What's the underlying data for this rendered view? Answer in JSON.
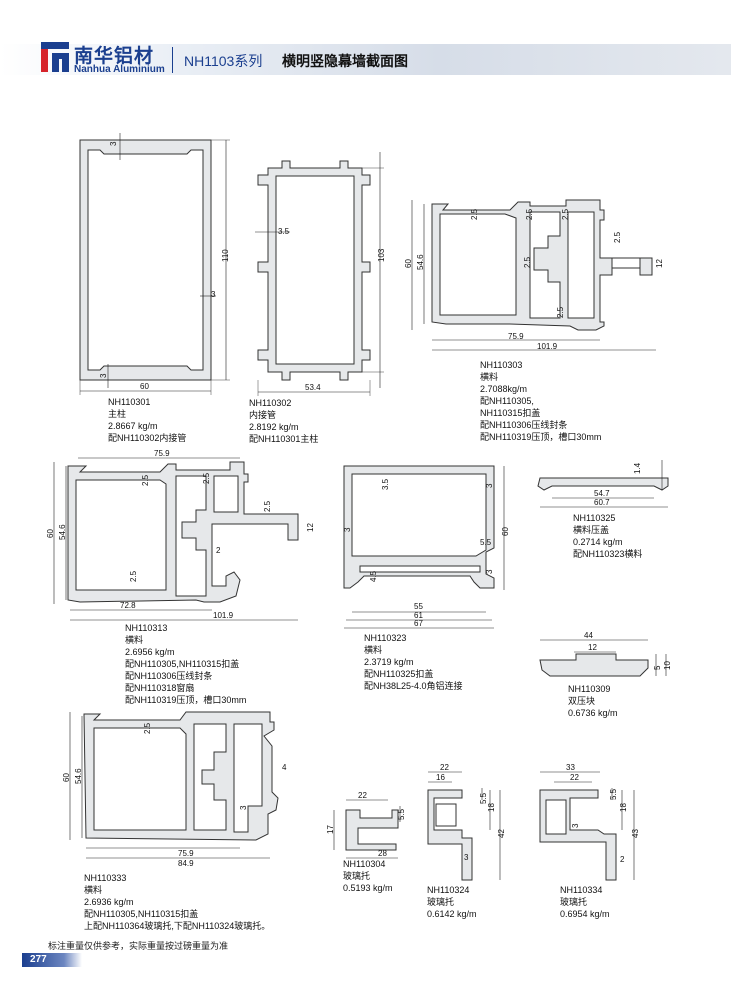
{
  "header": {
    "brand_cn": "南华铝材",
    "brand_en": "Nanhua Aluminium",
    "series": "NH1103系列",
    "title": "横明竖隐幕墙截面图"
  },
  "profiles": [
    {
      "code": "NH110301",
      "name": "主柱",
      "weight": "2.8667 kg/m",
      "notes": [
        "配NH110302内接管"
      ],
      "dims": {
        "w": "60",
        "h": "110",
        "t_top": "3",
        "t_mid": "3",
        "t_bot": "3"
      }
    },
    {
      "code": "NH110302",
      "name": "内接管",
      "weight": "2.8192 kg/m",
      "notes": [
        "配NH110301主柱"
      ],
      "dims": {
        "w": "53.4",
        "h": "103",
        "t": "3.5"
      }
    },
    {
      "code": "NH110303",
      "name": "横料",
      "weight": "2.7088kg/m",
      "notes": [
        "配NH110305,",
        "NH110315扣盖",
        "配NH110306压线封条",
        "配NH110319压顶，槽口30mm"
      ],
      "dims": {
        "h_out": "60",
        "h_in": "54.6",
        "w_in": "75.9",
        "w_out": "101.9",
        "t1": "2.5",
        "t2": "2.5",
        "t3": "2.5",
        "t4": "2.5",
        "t5": "2.5",
        "t6": "2.5",
        "lug": "12"
      }
    },
    {
      "code": "NH110313",
      "name": "横料",
      "weight": "2.6956 kg/m",
      "notes": [
        "配NH110305,NH110315扣盖",
        "配NH110306压线封条",
        "配NH110318窗扇",
        "配NH110319压顶，槽口30mm"
      ],
      "dims": {
        "top": "75.9",
        "h_out": "60",
        "h_in": "54.6",
        "w1": "72.8",
        "w2": "101.9",
        "t1": "2.5",
        "t2": "2.5",
        "t3": "2.5",
        "t4": "2.5",
        "t5": "2",
        "lug": "12"
      }
    },
    {
      "code": "NH110323",
      "name": "横料",
      "weight": "2.3719 kg/m",
      "notes": [
        "配NH110325扣盖",
        "配NH38L25-4.0角铝连接"
      ],
      "dims": {
        "h": "60",
        "w1": "55",
        "w2": "61",
        "w3": "67",
        "t1": "3.5",
        "t2": "3",
        "t3": "3",
        "t4": "5.5",
        "t5": "4.5",
        "t6": "3"
      }
    },
    {
      "code": "NH110325",
      "name": "横料压盖",
      "weight": "0.2714 kg/m",
      "notes": [
        "配NH110323横料"
      ],
      "dims": {
        "w1": "54.7",
        "w2": "60.7",
        "h": "1.4"
      }
    },
    {
      "code": "NH110309",
      "name": "双压块",
      "weight": "0.6736 kg/m",
      "notes": [],
      "dims": {
        "w1": "44",
        "w2": "12",
        "h1": "5",
        "h2": "10"
      }
    },
    {
      "code": "NH110333",
      "name": "横料",
      "weight": "2.6936 kg/m",
      "notes": [
        "配NH110305,NH110315扣盖",
        "上配NH110364玻璃托,下配NH110324玻璃托。"
      ],
      "dims": {
        "h_out": "60",
        "h_in": "54.6",
        "w1": "75.9",
        "w2": "84.9",
        "t1": "2.5",
        "t2": "4",
        "t3": "3"
      }
    },
    {
      "code": "NH110304",
      "name": "玻璃托",
      "weight": "0.5193 kg/m",
      "notes": [],
      "dims": {
        "w1": "22",
        "w2": "28",
        "h": "17",
        "t": "5.5"
      }
    },
    {
      "code": "NH110324",
      "name": "玻璃托",
      "weight": "0.6142 kg/m",
      "notes": [],
      "dims": {
        "w1": "22",
        "w2": "16",
        "h1": "5.5",
        "h2": "18",
        "h3": "42",
        "t": "3"
      }
    },
    {
      "code": "NH110334",
      "name": "玻璃托",
      "weight": "0.6954 kg/m",
      "notes": [],
      "dims": {
        "w1": "33",
        "w2": "22",
        "h1": "5.5",
        "h2": "18",
        "h3": "43",
        "t1": "3",
        "t2": "2"
      }
    }
  ],
  "footer": {
    "note": "标注重量仅供参考，实际重量按过磅重量为准",
    "page": "277"
  }
}
